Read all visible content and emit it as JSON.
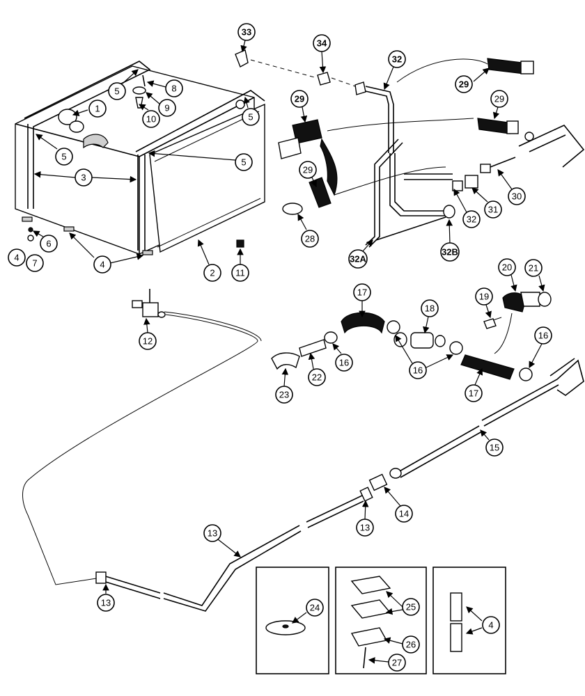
{
  "callouts": {
    "c1": "1",
    "c2": "2",
    "c3": "3",
    "c4a": "4",
    "c4b": "4",
    "c4c": "4",
    "c5a": "5",
    "c5b": "5",
    "c5c": "5",
    "c5d": "5",
    "c6": "6",
    "c7": "7",
    "c8": "8",
    "c9": "9",
    "c10": "10",
    "c11": "11",
    "c12": "12",
    "c13a": "13",
    "c13b": "13",
    "c13c": "13",
    "c14": "14",
    "c15": "15",
    "c16a": "16",
    "c16b": "16",
    "c16c": "16",
    "c17a": "17",
    "c17b": "17",
    "c18": "18",
    "c19": "19",
    "c20": "20",
    "c21": "21",
    "c22": "22",
    "c23": "23",
    "c24": "24",
    "c25": "25",
    "c26": "26",
    "c27": "27",
    "c28": "28",
    "c29a": "29",
    "c29b": "29",
    "c29c": "29",
    "c29d": "29",
    "c30": "30",
    "c31": "31",
    "c32a": "32",
    "c32b": "32",
    "c32A": "32A",
    "c32B": "32B",
    "c33": "33",
    "c34": "34"
  }
}
